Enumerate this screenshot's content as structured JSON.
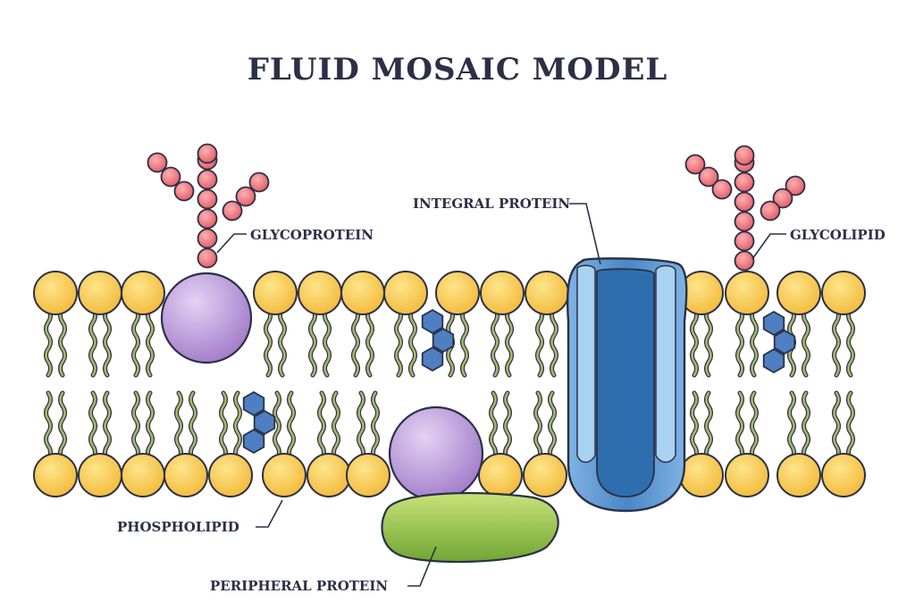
{
  "title": "FLUID MOSAIC MODEL",
  "labels": {
    "glycoprotein": "GLYCOPROTEIN",
    "integral_protein": "INTEGRAL PROTEIN",
    "glycolipid": "GLYCOLIPID",
    "phospholipid": "PHOSPHOLIPID",
    "peripheral_protein": "PERIPHERAL PROTEIN"
  },
  "colors": {
    "phospholipid_head": "#f6c34a",
    "tail": "#a6b86a",
    "sugar_bead": "#e86b72",
    "glycoprotein": "#b08bd3",
    "integral_protein": "#5a93cf",
    "peripheral_protein": "#8fc144",
    "cholesterol": "#4d7fc2",
    "outline": "#2b3046"
  }
}
